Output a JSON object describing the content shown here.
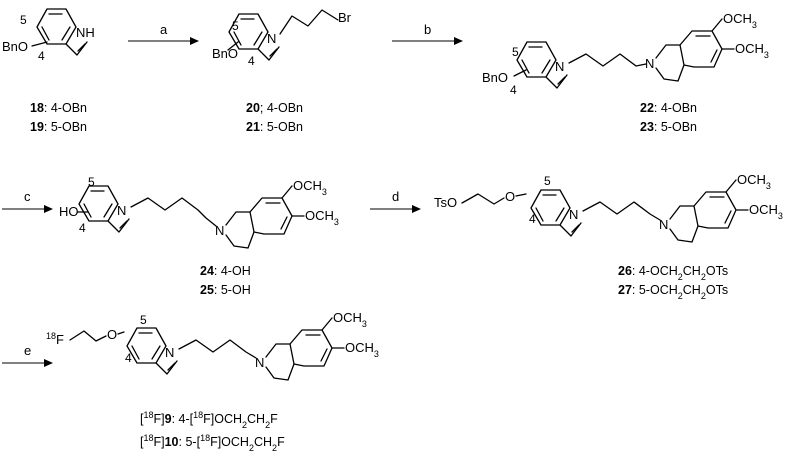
{
  "reagents": {
    "a": "a",
    "b": "b",
    "c": "c",
    "d": "d",
    "e": "e"
  },
  "atoms": {
    "NH": "NH",
    "N": "N",
    "Br": "Br",
    "BnO": "BnO",
    "HO": "HO",
    "O": "O",
    "TsO": "TsO",
    "OCH3": "OCH",
    "sub3": "3",
    "F": "F",
    "sup18": "18"
  },
  "positions": {
    "p4": "4",
    "p5": "5"
  },
  "captions": {
    "c18": {
      "bold": "18",
      "rest": ": 4-OBn"
    },
    "c19": {
      "bold": "19",
      "rest": ": 5-OBn"
    },
    "c20": {
      "bold": "20",
      "rest": "; 4-OBn"
    },
    "c21": {
      "bold": "21",
      "rest": ": 5-OBn"
    },
    "c22": {
      "bold": "22",
      "rest": ": 4-OBn"
    },
    "c23": {
      "bold": "23",
      "rest": ": 5-OBn"
    },
    "c24": {
      "bold": "24",
      "rest": ": 4-OH"
    },
    "c25": {
      "bold": "25",
      "rest": ": 5-OH"
    },
    "c26": {
      "bold": "26",
      "rest": ": 4-OCH",
      "s1": "2",
      "m1": "CH",
      "s2": "2",
      "end": "OTs"
    },
    "c27": {
      "bold": "27",
      "rest": ": 5-OCH",
      "s1": "2",
      "m1": "CH",
      "s2": "2",
      "end": "OTs"
    },
    "c9": {
      "o": "[",
      "sup": "18",
      "f": "F]",
      "bold": "9",
      "a": ": 4-[",
      "sup2": "18",
      "b": "F]OCH",
      "s1": "2",
      "m1": "CH",
      "s2": "2",
      "end": "F"
    },
    "c10": {
      "o": "[",
      "sup": "18",
      "f": "F]",
      "bold": "10",
      "a": ": 5-[",
      "sup2": "18",
      "b": "F]OCH",
      "s1": "2",
      "m1": "CH",
      "s2": "2",
      "end": "F"
    }
  }
}
